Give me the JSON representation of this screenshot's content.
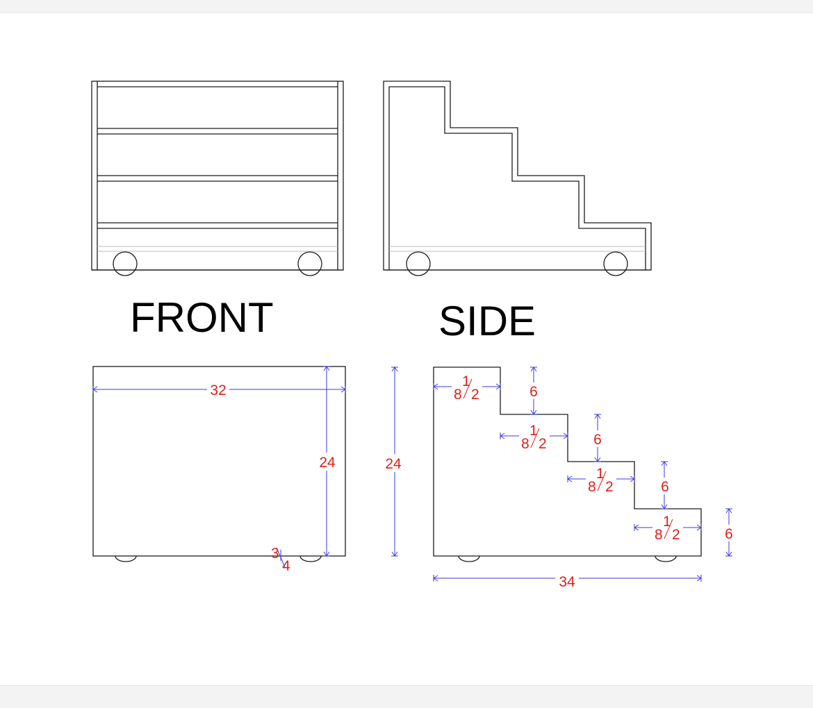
{
  "titles": {
    "front": "FRONT",
    "side": "SIDE"
  },
  "front_dims": {
    "width": "32",
    "height": "24",
    "thickness_num": "3",
    "thickness_den": "4"
  },
  "side_dims": {
    "overall_height": "24",
    "overall_depth": "34",
    "step_depth_whole": "8",
    "step_depth_frac_num": "1",
    "step_depth_frac_den": "2",
    "step_rise": "6"
  },
  "colors": {
    "outline": "#1a1a1a",
    "dimension_line": "#3a3ae0",
    "dimension_text": "#e0201c"
  }
}
